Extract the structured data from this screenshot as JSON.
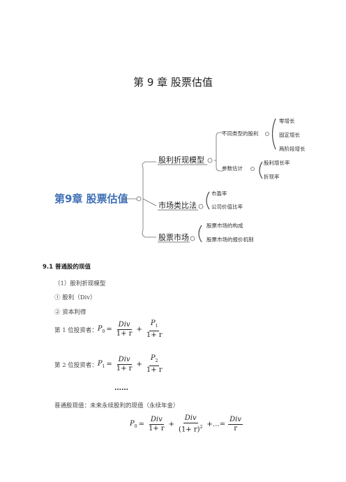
{
  "title": "第 9 章  股票估值",
  "mindmap": {
    "root": "第9章 股票估值",
    "branches": [
      {
        "label": "股利折现模型",
        "children": [
          {
            "label": "不同类型的股利",
            "children": [
              "零增长",
              "固定增长",
              "两阶段增长"
            ]
          },
          {
            "label": "参数估计",
            "children": [
              "股利增长率",
              "折现率"
            ]
          }
        ]
      },
      {
        "label": "市场类比法",
        "children": [
          "市盈率",
          "公司价值比率"
        ]
      },
      {
        "label": "股票市场",
        "children": [
          "股票市场的构成",
          "股票市场的报价机制"
        ]
      }
    ]
  },
  "section": {
    "heading": "9.1  普通股的现值",
    "sub1": "（1）股利折现模型",
    "item1": "①  股利（Div）",
    "item2": "②  资本利得",
    "investor1_label": "第 1 位投资者：",
    "investor2_label": "第 2 位投资者：",
    "ellipsis": "……",
    "pv_text": "普通股现值：未来永续股利的现值（永续年金）"
  },
  "formulas": {
    "P": "P",
    "Div": "Div",
    "one_plus_r": "1+ r",
    "one_plus_r_sq": "(1+ r)",
    "r": "r",
    "sub0": "0",
    "sub1": "1",
    "sub2": "2",
    "sup2": "2",
    "eq": "=",
    "plus": "+",
    "dots": "+…=",
    "plus_dots": "+"
  }
}
